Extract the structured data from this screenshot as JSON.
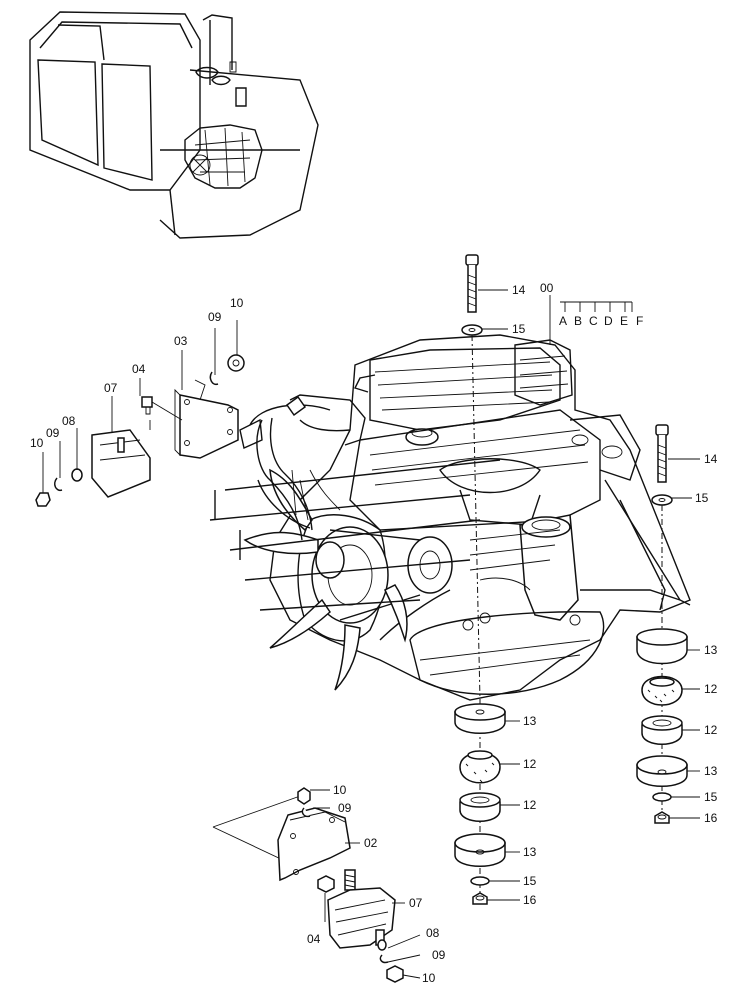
{
  "diagram": {
    "assembly_code": "00",
    "variants": [
      "A",
      "B",
      "C",
      "D",
      "E",
      "F"
    ],
    "callouts": [
      {
        "id": "c14a",
        "text": "14"
      },
      {
        "id": "c15a",
        "text": "15"
      },
      {
        "id": "c14b",
        "text": "14"
      },
      {
        "id": "c15b",
        "text": "15"
      },
      {
        "id": "c13a",
        "text": "13"
      },
      {
        "id": "c12a",
        "text": "12"
      },
      {
        "id": "c12b",
        "text": "12"
      },
      {
        "id": "c13b",
        "text": "13"
      },
      {
        "id": "c15c",
        "text": "15"
      },
      {
        "id": "c16a",
        "text": "16"
      },
      {
        "id": "c13c",
        "text": "13"
      },
      {
        "id": "c12c",
        "text": "12"
      },
      {
        "id": "c12d",
        "text": "12"
      },
      {
        "id": "c13d",
        "text": "13"
      },
      {
        "id": "c15d",
        "text": "15"
      },
      {
        "id": "c16b",
        "text": "16"
      },
      {
        "id": "c10a",
        "text": "10"
      },
      {
        "id": "c09a",
        "text": "09"
      },
      {
        "id": "c03a",
        "text": "03"
      },
      {
        "id": "c04a",
        "text": "04"
      },
      {
        "id": "c07a",
        "text": "07"
      },
      {
        "id": "c08a",
        "text": "08"
      },
      {
        "id": "c09b",
        "text": "09"
      },
      {
        "id": "c10b",
        "text": "10"
      },
      {
        "id": "c10c",
        "text": "10"
      },
      {
        "id": "c09c",
        "text": "09"
      },
      {
        "id": "c02a",
        "text": "02"
      },
      {
        "id": "c07b",
        "text": "07"
      },
      {
        "id": "c04b",
        "text": "04"
      },
      {
        "id": "c08b",
        "text": "08"
      },
      {
        "id": "c09d",
        "text": "09"
      },
      {
        "id": "c10d",
        "text": "10"
      }
    ]
  }
}
